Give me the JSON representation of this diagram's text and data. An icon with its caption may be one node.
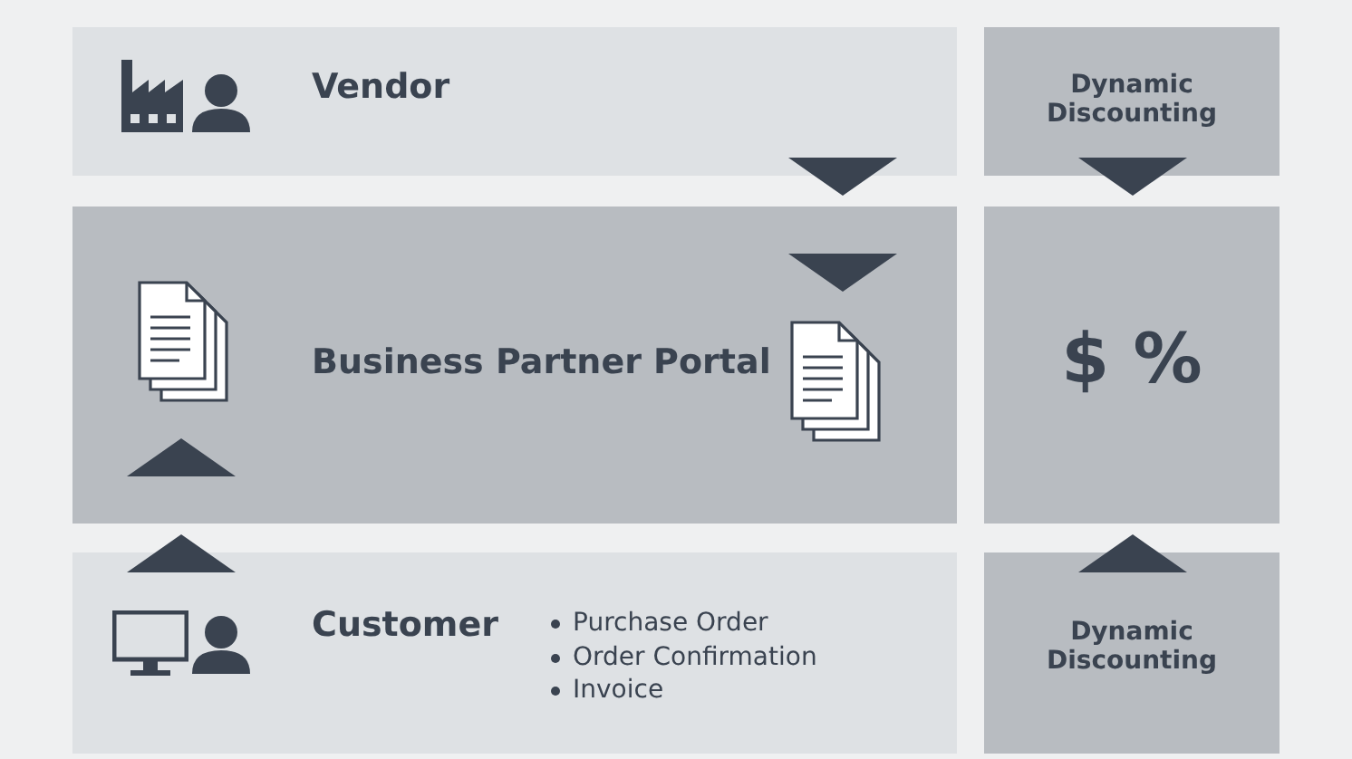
{
  "diagram": {
    "nodes": [
      {
        "text": [
          "Vendor"
        ]
      },
      {
        "text": [
          "Dynamic Discounting"
        ]
      },
      {
        "text": [
          "Business Partner Portal"
        ]
      },
      {
        "text": [
          "$ %"
        ]
      },
      {
        "text": [
          "Customer",
          "Purchase Order",
          "Order Confirmation",
          "Invoice"
        ]
      },
      {
        "text": [
          "Dynamic Discounting"
        ]
      }
    ],
    "edges": [
      {
        "from": 0,
        "to": 2,
        "arrow": "to"
      },
      {
        "from": 1,
        "to": 3,
        "arrow": "to"
      },
      {
        "from": 4,
        "to": 2,
        "arrow": "to"
      },
      {
        "from": 5,
        "to": 3,
        "arrow": "to"
      }
    ]
  }
}
